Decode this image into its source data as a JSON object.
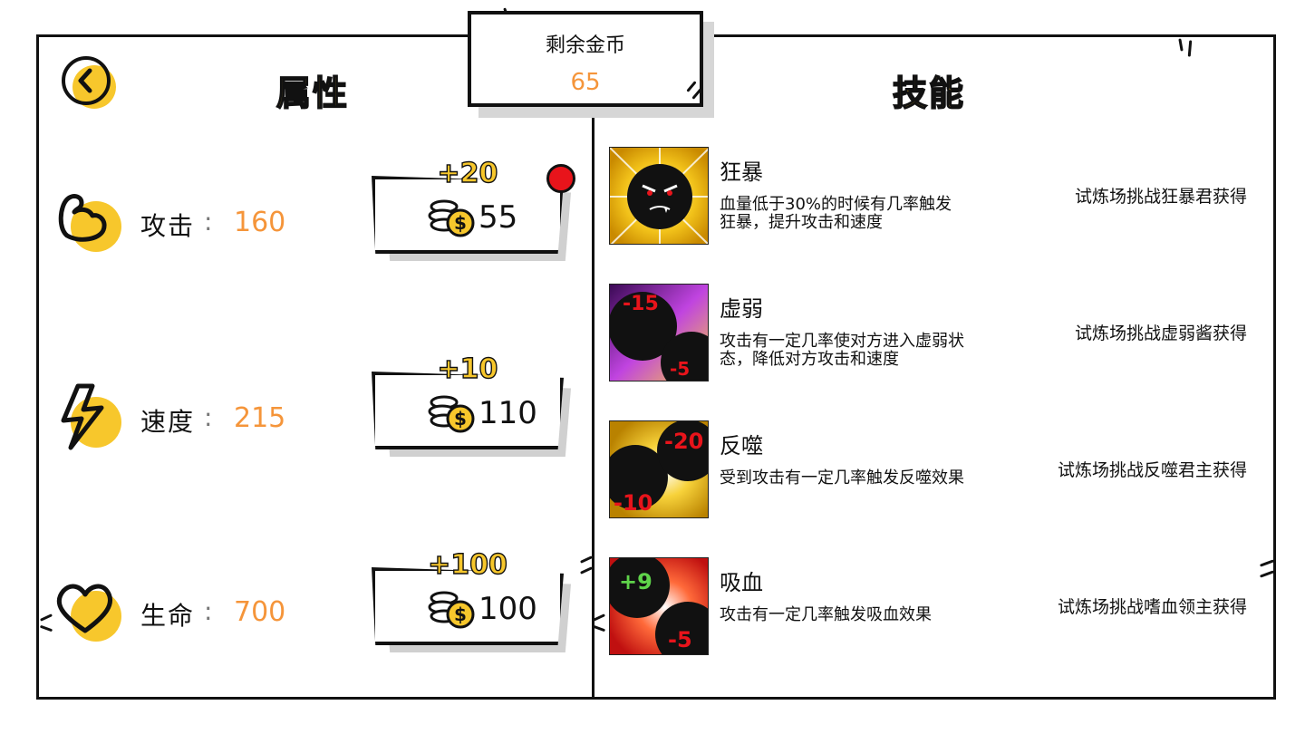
{
  "coins": {
    "label": "剩余金币",
    "value": "65"
  },
  "attributes": {
    "title": "属性",
    "rows": [
      {
        "label": "攻击",
        "colon": ":",
        "value": "160",
        "icon": "muscle-arm-icon",
        "plus": "+20",
        "price": "55",
        "notification": true
      },
      {
        "label": "速度",
        "colon": ":",
        "value": "215",
        "icon": "lightning-bolt-icon",
        "plus": "+10",
        "price": "110",
        "notification": false
      },
      {
        "label": "生命",
        "colon": ":",
        "value": "700",
        "icon": "heart-icon",
        "plus": "+100",
        "price": "100",
        "notification": false
      }
    ]
  },
  "skills": {
    "title": "技能",
    "items": [
      {
        "name": "狂暴",
        "desc": "血量低于30%的时候有几率触发狂暴，提升攻击和速度",
        "source": "试炼场挑战狂暴君获得"
      },
      {
        "name": "虚弱",
        "desc": "攻击有一定几率使对方进入虚弱状态，降低对方攻击和速度",
        "source": "试炼场挑战虚弱酱获得",
        "nums": [
          "-15",
          "-5"
        ]
      },
      {
        "name": "反噬",
        "desc": "受到攻击有一定几率触发反噬效果",
        "source": "试炼场挑战反噬君主获得",
        "nums": [
          "-20",
          "-10"
        ]
      },
      {
        "name": "吸血",
        "desc": "攻击有一定几率触发吸血效果",
        "source": "试炼场挑战嗜血领主获得",
        "nums": [
          "+9",
          "-5"
        ]
      }
    ]
  },
  "colors": {
    "accent_yellow": "#f7c72c",
    "value_orange": "#f5953a",
    "notification_red": "#e8141b",
    "ink": "#111111"
  }
}
